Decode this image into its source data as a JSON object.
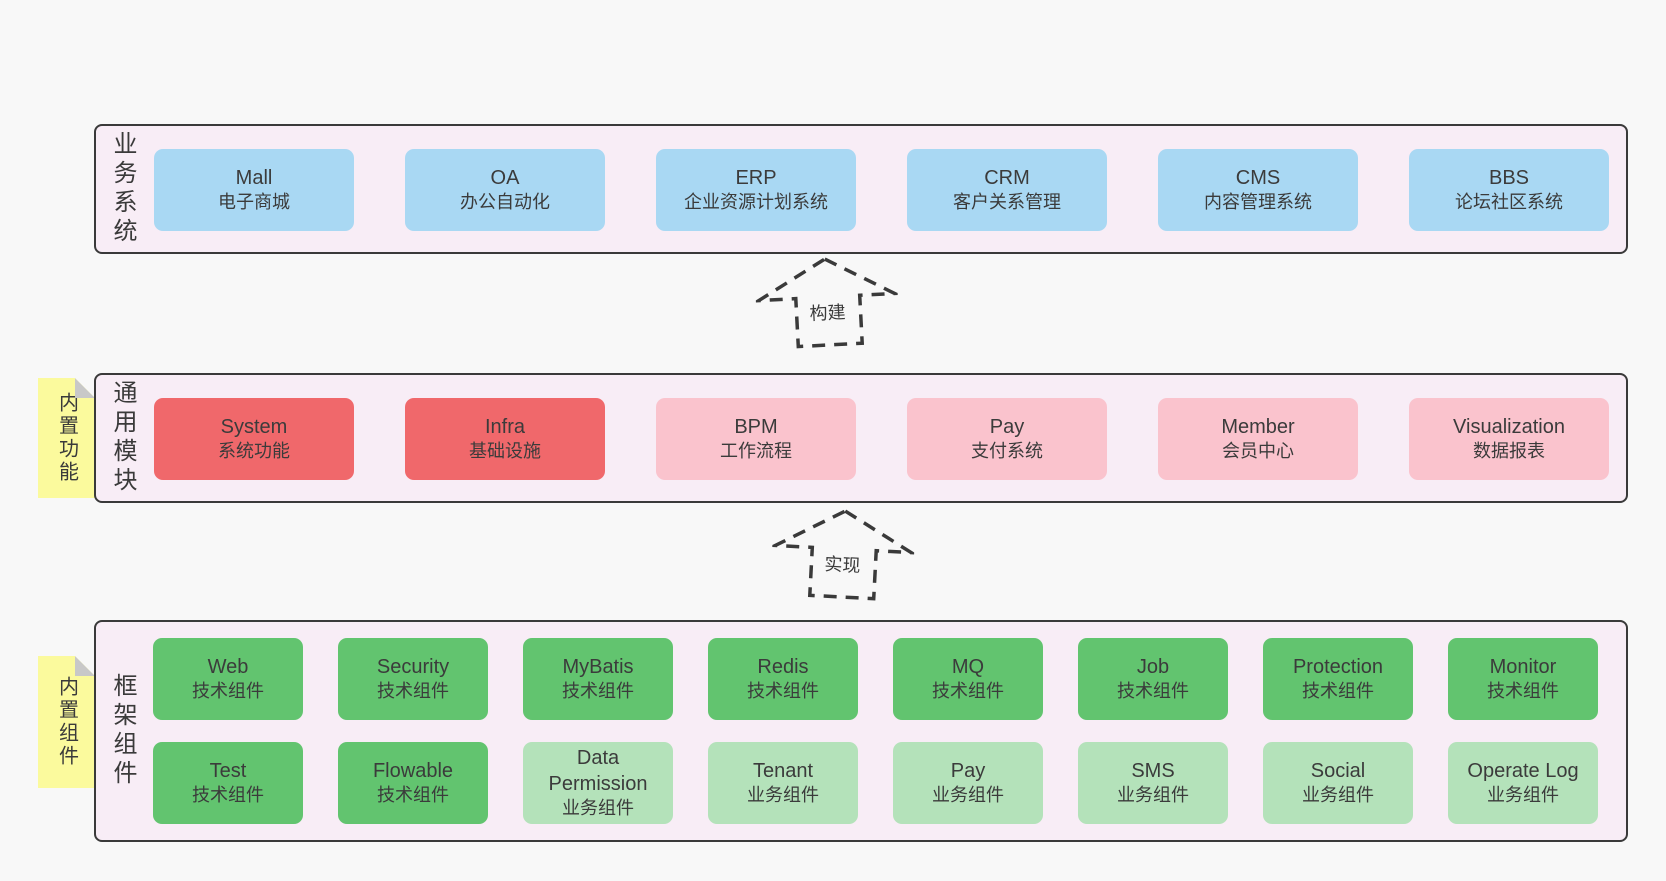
{
  "colors": {
    "page_bg": "#f8f8f8",
    "section_bg": "#f8edf6",
    "section_border": "#3a3a3a",
    "blue": "#a9d8f3",
    "red": "#f0686b",
    "pink": "#fac3cd",
    "green": "#62c46f",
    "light_green": "#b4e2ba",
    "yellow": "#fbfa9d",
    "fold": "#c8c8c8",
    "text": "#3b3b3b"
  },
  "arrows": {
    "build": "构建",
    "implement": "实现"
  },
  "sections": {
    "business": {
      "label": "业务系统",
      "boxes": [
        {
          "title": "Mall",
          "subtitle": "电子商城"
        },
        {
          "title": "OA",
          "subtitle": "办公自动化"
        },
        {
          "title": "ERP",
          "subtitle": "企业资源计划系统"
        },
        {
          "title": "CRM",
          "subtitle": "客户关系管理"
        },
        {
          "title": "CMS",
          "subtitle": "内容管理系统"
        },
        {
          "title": "BBS",
          "subtitle": "论坛社区系统"
        }
      ]
    },
    "modules": {
      "label": "通用模块",
      "sticky": "内置功能",
      "boxes": [
        {
          "title": "System",
          "subtitle": "系统功能"
        },
        {
          "title": "Infra",
          "subtitle": "基础设施"
        },
        {
          "title": "BPM",
          "subtitle": "工作流程"
        },
        {
          "title": "Pay",
          "subtitle": "支付系统"
        },
        {
          "title": "Member",
          "subtitle": "会员中心"
        },
        {
          "title": "Visualization",
          "subtitle": "数据报表"
        }
      ]
    },
    "framework": {
      "label": "框架组件",
      "sticky": "内置组件",
      "row1": [
        {
          "title": "Web",
          "subtitle": "技术组件"
        },
        {
          "title": "Security",
          "subtitle": "技术组件"
        },
        {
          "title": "MyBatis",
          "subtitle": "技术组件"
        },
        {
          "title": "Redis",
          "subtitle": "技术组件"
        },
        {
          "title": "MQ",
          "subtitle": "技术组件"
        },
        {
          "title": "Job",
          "subtitle": "技术组件"
        },
        {
          "title": "Protection",
          "subtitle": "技术组件"
        },
        {
          "title": "Monitor",
          "subtitle": "技术组件"
        }
      ],
      "row2": [
        {
          "title": "Test",
          "subtitle": "技术组件"
        },
        {
          "title": "Flowable",
          "subtitle": "技术组件"
        },
        {
          "title": "Data Permission",
          "subtitle": "业务组件"
        },
        {
          "title": "Tenant",
          "subtitle": "业务组件"
        },
        {
          "title": "Pay",
          "subtitle": "业务组件"
        },
        {
          "title": "SMS",
          "subtitle": "业务组件"
        },
        {
          "title": "Social",
          "subtitle": "业务组件"
        },
        {
          "title": "Operate Log",
          "subtitle": "业务组件"
        }
      ]
    }
  }
}
